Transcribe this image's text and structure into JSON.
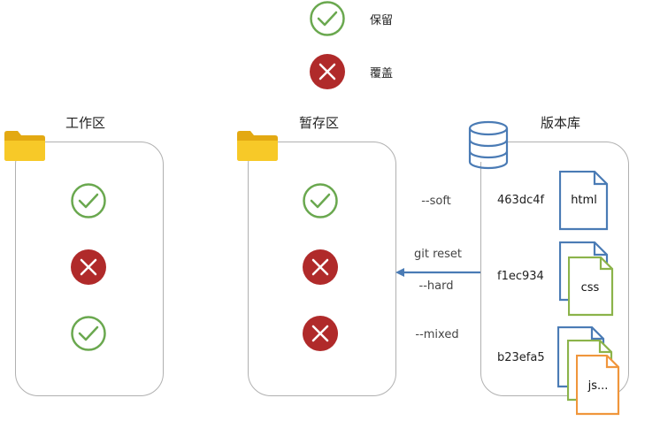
{
  "legend": {
    "keep": {
      "label": "保留",
      "color": "#6aa84f"
    },
    "overwrite": {
      "label": "覆盖",
      "color": "#b02a2a"
    }
  },
  "areas": {
    "working": {
      "title": "工作区",
      "states": [
        "keep",
        "overwrite",
        "keep"
      ]
    },
    "staging": {
      "title": "暂存区",
      "states": [
        "keep",
        "overwrite",
        "overwrite"
      ]
    },
    "repo": {
      "title": "版本库"
    }
  },
  "command": {
    "label": "git reset",
    "options": [
      "--soft",
      "--hard",
      "--mixed"
    ],
    "arrow_color": "#4a7bb5"
  },
  "commits": [
    {
      "hash": "463dc4f",
      "files": [
        "html"
      ]
    },
    {
      "hash": "f1ec934",
      "files": [
        "html",
        "css"
      ]
    },
    {
      "hash": "b23efa5",
      "files": [
        "html",
        "css",
        "js..."
      ]
    }
  ],
  "colors": {
    "folder": "#f5c518",
    "database": "#4a7bb5",
    "file_html": "#4a7bb5",
    "file_css": "#8bb34a",
    "file_js": "#f0963c"
  }
}
